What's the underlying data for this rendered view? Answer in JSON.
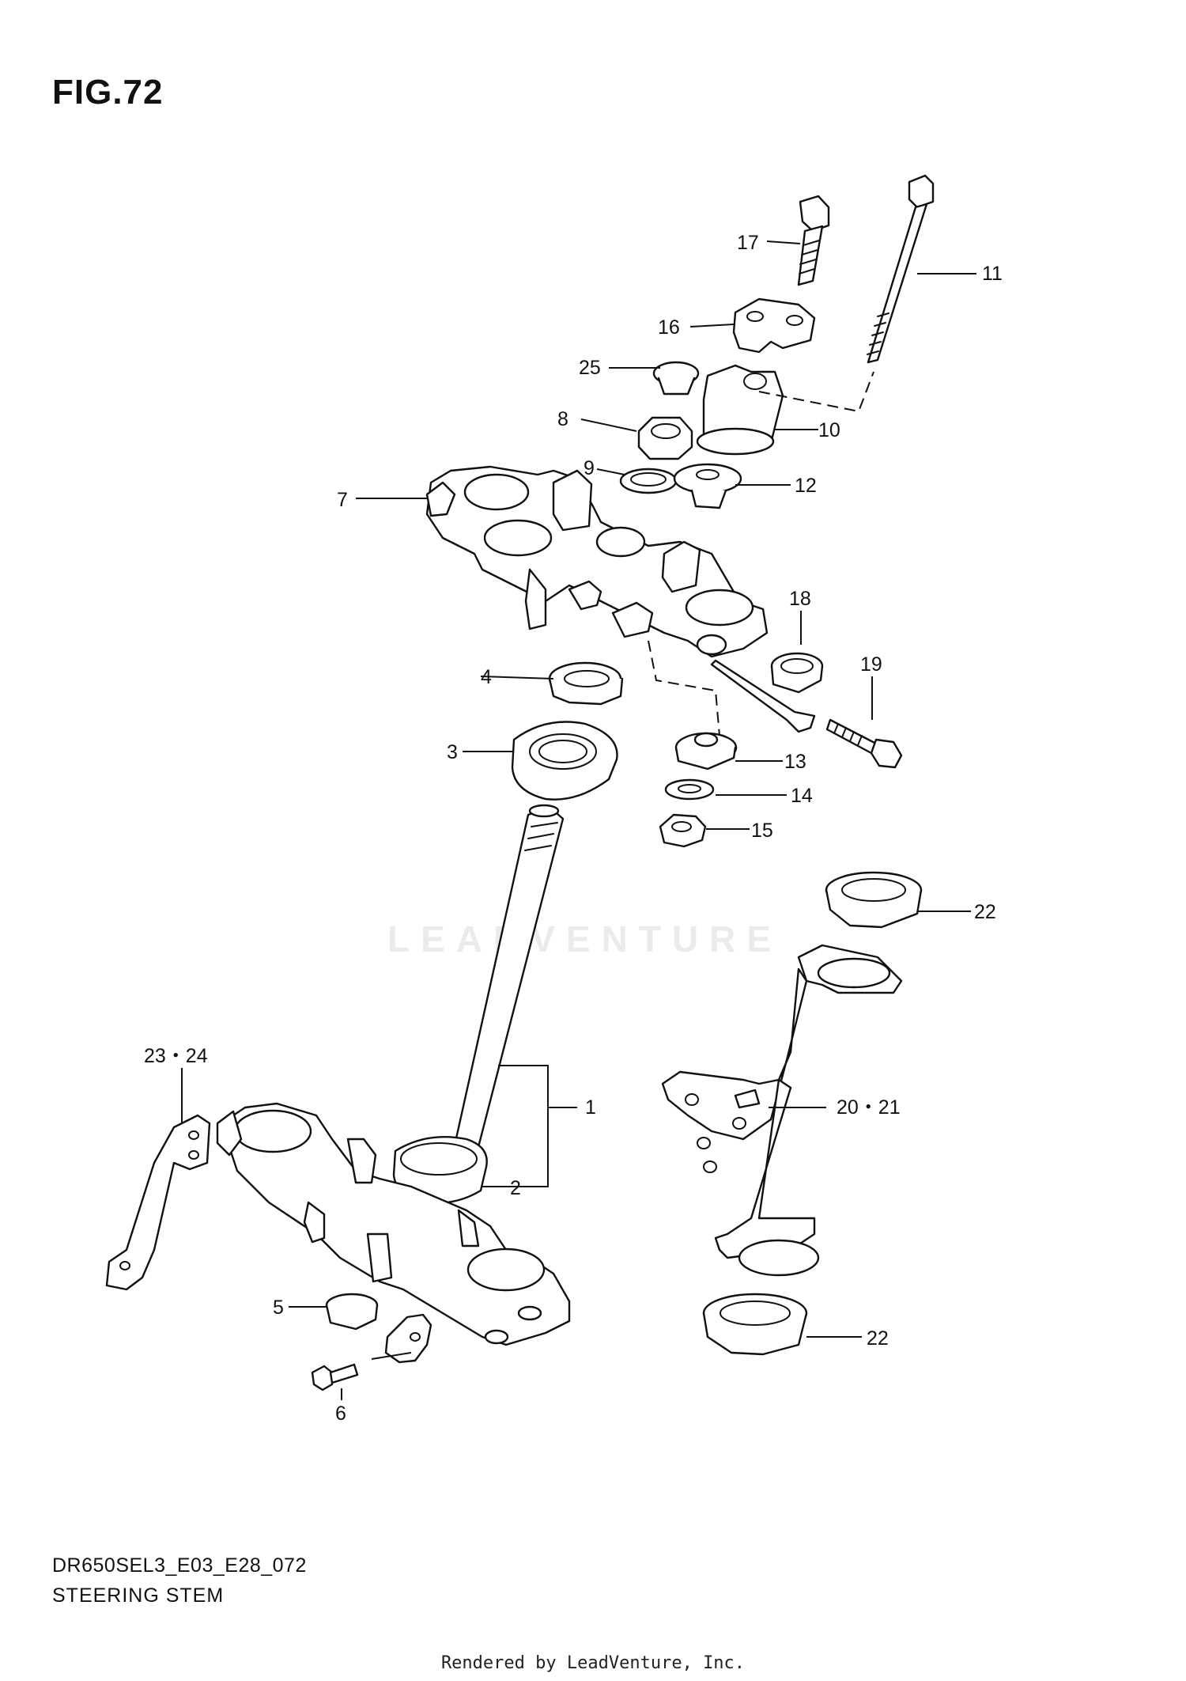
{
  "figure": {
    "title": "FIG.72",
    "model_code": "DR650SEL3_E03_E28_072",
    "section_name": "STEERING STEM"
  },
  "watermark": "LEADVENTURE",
  "credit": "Rendered by LeadVenture, Inc.",
  "callouts": {
    "c1": "1",
    "c2": "2",
    "c3": "3",
    "c4": "4",
    "c5": "5",
    "c6": "6",
    "c7": "7",
    "c8": "8",
    "c9": "9",
    "c10": "10",
    "c11": "11",
    "c12": "12",
    "c13": "13",
    "c14": "14",
    "c15": "15",
    "c16": "16",
    "c17": "17",
    "c18": "18",
    "c19": "19",
    "c20_21": "20・21",
    "c22a": "22",
    "c22b": "22",
    "c23_24": "23・24",
    "c25": "25"
  }
}
